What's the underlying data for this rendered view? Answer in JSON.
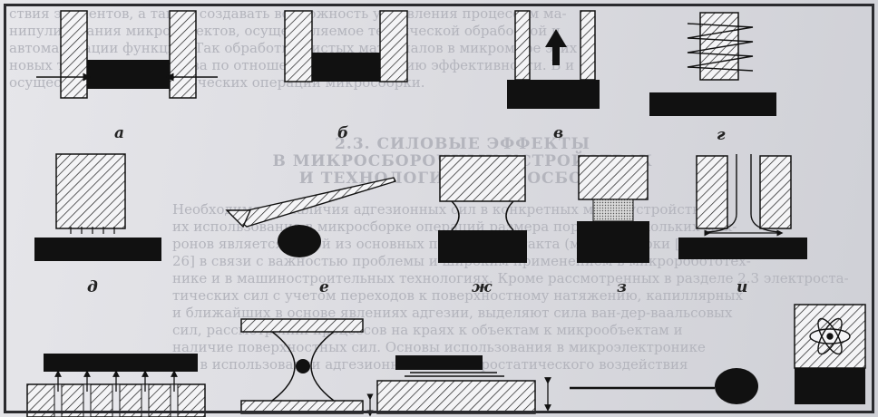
{
  "labels": {
    "a": "а",
    "b": "б",
    "v": "в",
    "g": "г",
    "d": "д",
    "e": "е",
    "zh": "ж",
    "z": "з",
    "i": "и"
  },
  "background_text": {
    "lines_top": [
      "ствия элементов, а также создавать возможность управления процессом ма-",
      "нипулирования микрообъектов, осуществляемое технической обработкой и",
      "автоматизации функций. Так обработка чистых материалов в микромире этих",
      "новых технологий средства по отношению к применению эффективности. В и",
      "осуществления технологических операций микросборки."
    ],
    "heading_lines": [
      "2.3. СИЛОВЫЕ ЭФФЕКТЫ",
      "В МИКРОСБОРОЧНЫХ УСТРОЙСТВАХ",
      "И ТЕХНОЛОГИИ МИКРОСБОРКИ"
    ],
    "lines_body": [
      "Необходимость наличия адгезионных сил в конкретных микроустройствах и",
      "их использование в микросборке операций размера порядка нескольких мик-",
      "ронов является одной из основных проблем контакта (микро)сборки [44].",
      "26] в связи с важностью проблемы и широким применением в микроробототех-",
      "нике и в машиностроительных технологиях. Кроме рассмотренных в разделе 2.3 электроста-",
      "тических сил с учетом переходов к поверхностному натяжению, капиллярных",
      "и ближайших в основе явлениях адгезии, выделяют сила ван-дер-ваальсовых",
      "сил, рассмотрении процессов на краях к объектам к микрообъектам и",
      "наличие поверхностных сил. Основы использования в микроэлектронике",
      "это в использовании адгезионного и электростатического воздействия"
    ]
  }
}
